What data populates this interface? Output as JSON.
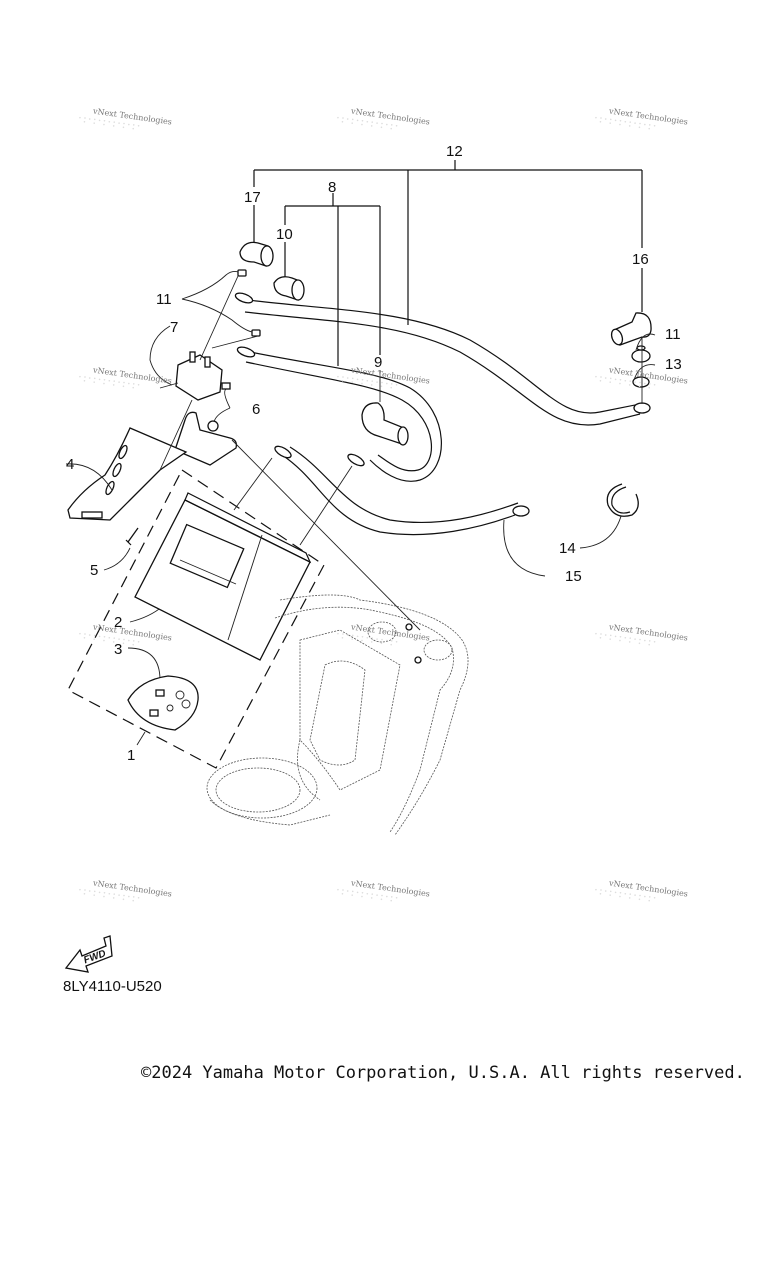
{
  "diagram": {
    "title_code": "8LY4110-U520",
    "fwd_label": "FWD",
    "copyright": "©2024 Yamaha Motor Corporation, U.S.A. All rights reserved.",
    "watermark_text": "vNext Technologies",
    "callouts": [
      {
        "id": "1",
        "label": "1"
      },
      {
        "id": "2",
        "label": "2"
      },
      {
        "id": "3",
        "label": "3"
      },
      {
        "id": "4",
        "label": "4"
      },
      {
        "id": "5",
        "label": "5"
      },
      {
        "id": "6",
        "label": "6"
      },
      {
        "id": "7",
        "label": "7"
      },
      {
        "id": "8",
        "label": "8"
      },
      {
        "id": "9",
        "label": "9"
      },
      {
        "id": "10",
        "label": "10"
      },
      {
        "id": "11a",
        "label": "11"
      },
      {
        "id": "11b",
        "label": "11"
      },
      {
        "id": "12",
        "label": "12"
      },
      {
        "id": "13",
        "label": "13"
      },
      {
        "id": "14",
        "label": "14"
      },
      {
        "id": "15",
        "label": "15"
      },
      {
        "id": "16",
        "label": "16"
      },
      {
        "id": "17",
        "label": "17"
      }
    ]
  }
}
